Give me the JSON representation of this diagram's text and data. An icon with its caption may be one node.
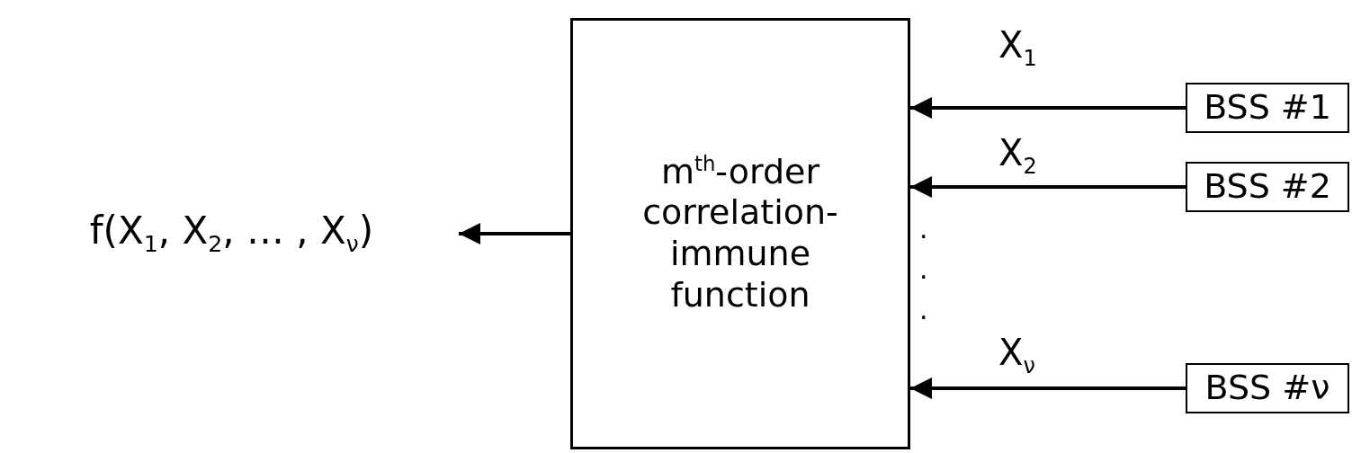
{
  "diagram": {
    "nodes": [
      {
        "text": [
          "m$^{th}$-order correlation- immune function"
        ]
      },
      {
        "text": [
          "BSS #1"
        ]
      },
      {
        "text": [
          "BSS #2"
        ]
      },
      {
        "text": [
          "BSS #ν"
        ]
      },
      {
        "text": [
          "f(X$_{1}$, X$_{2}$, … , X$_{ν}$)"
        ]
      }
    ],
    "edges": [
      {
        "from": 1,
        "to": 0,
        "arrow": "to",
        "label": "X$_{1}$"
      },
      {
        "from": 2,
        "to": 0,
        "arrow": "to",
        "label": "X$_{2}$"
      },
      {
        "from": 3,
        "to": 0,
        "arrow": "to",
        "label": "X$_{ν}$"
      },
      {
        "from": 0,
        "to": 4,
        "arrow": "to"
      }
    ],
    "labels": [
      ".",
      ".",
      "."
    ]
  }
}
